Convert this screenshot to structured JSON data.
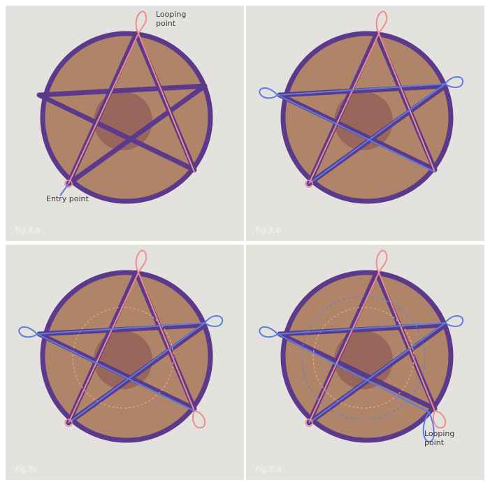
{
  "panels": [
    {
      "id": "a",
      "label": "fig.3.a",
      "annotations": [
        "Looping point",
        "Entry point"
      ]
    },
    {
      "id": "b",
      "label": "fig.3.b",
      "annotations": []
    },
    {
      "id": "c",
      "label": "fig.3c",
      "annotations": []
    },
    {
      "id": "d",
      "label": "fig.3.d",
      "annotations": [
        "Looping point"
      ]
    }
  ],
  "colors": {
    "felt": "#e4e2df",
    "areola": "#b08468",
    "areola_center": "#8e5a54",
    "outline": "#5b3a8c",
    "thread_pink": "#f28c8c",
    "thread_blue": "#5b7fe0",
    "guide_circle": "#f2a08a"
  }
}
